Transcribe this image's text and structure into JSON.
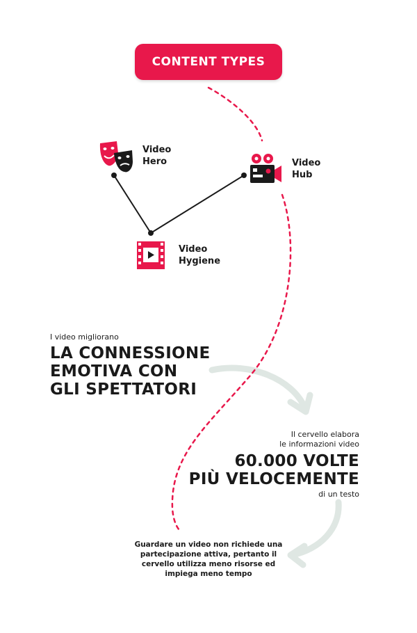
{
  "header": {
    "title": "CONTENT TYPES"
  },
  "nodes": {
    "hero": {
      "line1": "Video",
      "line2": "Hero"
    },
    "hub": {
      "line1": "Video",
      "line2": "Hub"
    },
    "hygiene": {
      "line1": "Video",
      "line2": "Hygiene"
    }
  },
  "fact1": {
    "intro": "I video migliorano",
    "line1": "LA CONNESSIONE",
    "line2": "EMOTIVA CON",
    "line3": "GLI SPETTATORI"
  },
  "fact2": {
    "intro1": "Il cervello elabora",
    "intro2": "le informazioni video",
    "line1": "60.000 VOLTE",
    "line2": "PIÙ VELOCEMENTE",
    "outro": "di un testo"
  },
  "fact3": {
    "line1": "Guardare un video non richiede una",
    "line2": "partecipazione attiva, pertanto il",
    "line3": "cervello utilizza meno risorse ed",
    "line4": "impiega meno tempo"
  },
  "colors": {
    "accent": "#e8184b",
    "dark": "#1a1a1a",
    "arrow": "#dfe7e3"
  },
  "icons": [
    "theater-masks-icon",
    "film-camera-icon",
    "video-player-icon",
    "curved-arrow-icon"
  ]
}
